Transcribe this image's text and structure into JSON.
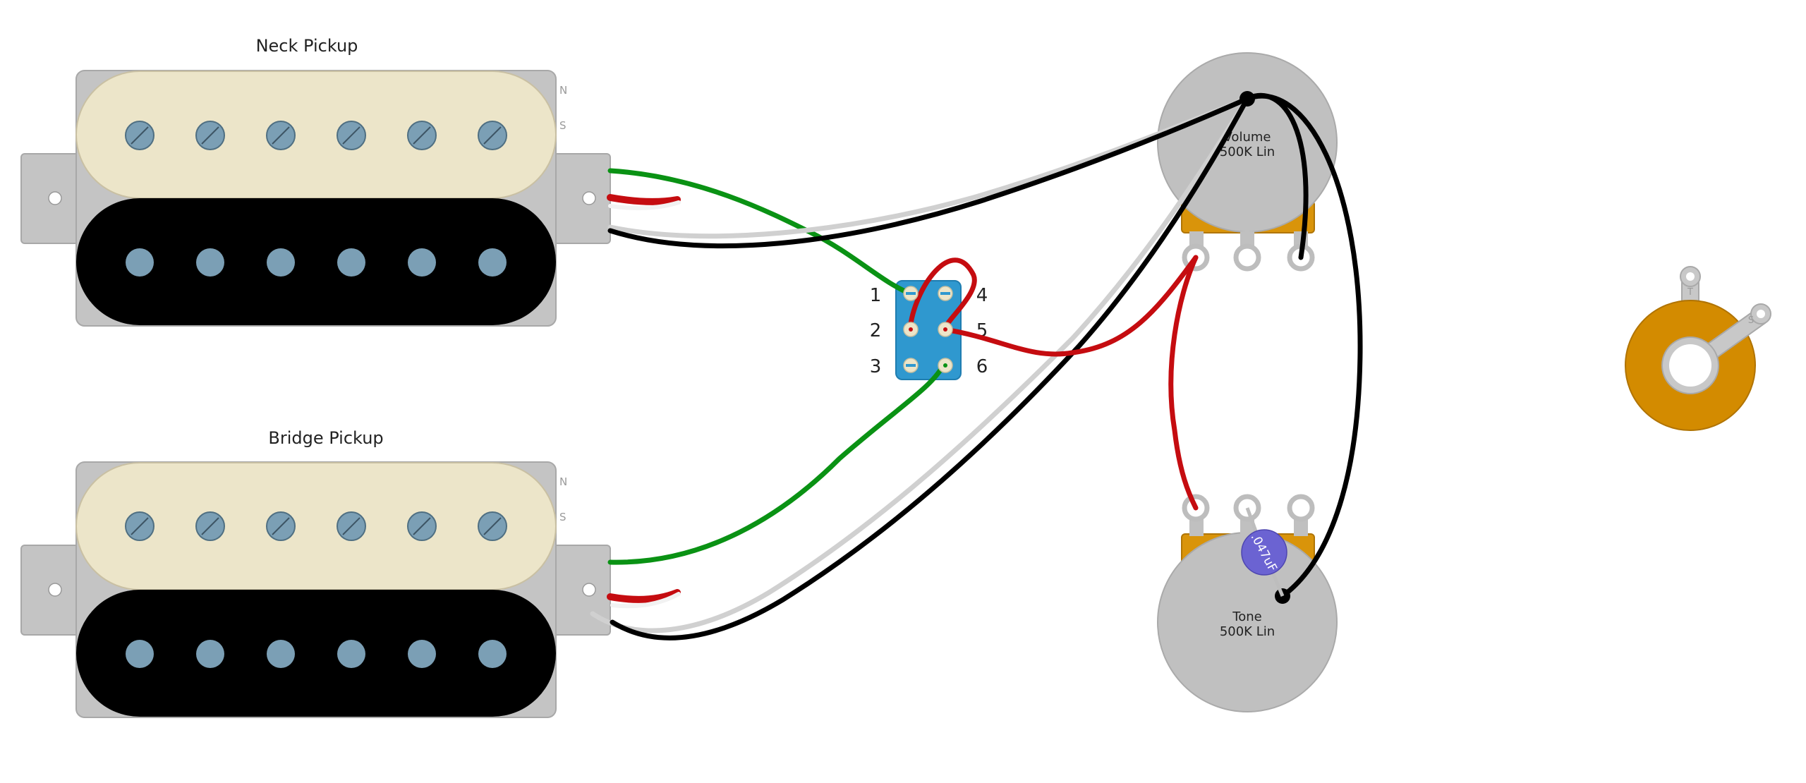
{
  "pickups": {
    "neck": {
      "label": "Neck Pickup",
      "north": "N",
      "south": "S"
    },
    "bridge": {
      "label": "Bridge Pickup",
      "north": "N",
      "south": "S"
    }
  },
  "switch": {
    "lug_numbers": [
      "1",
      "2",
      "3",
      "4",
      "5",
      "6"
    ]
  },
  "volume_pot": {
    "name": "Volume",
    "value": "500K Lin"
  },
  "tone_pot": {
    "name": "Tone",
    "value": "500K Lin"
  },
  "capacitor": {
    "value": ".047uF"
  },
  "jack": {
    "tip": "T",
    "sleeve": "S"
  },
  "colors": {
    "hot_wire": "#0a9214",
    "red_wire": "#c50c10",
    "white_wire": "#d0d0d0",
    "ground_wire": "#000000",
    "bobbin_cream": "#ece5c9",
    "bobbin_black": "#000000",
    "pole_piece": "#7b9fb5",
    "switch_body": "#2f98cf",
    "pot_body": "#c0c0c0",
    "pot_bracket": "#d9940a",
    "jack_body": "#d38b00",
    "capacitor": "#6b63d2"
  }
}
